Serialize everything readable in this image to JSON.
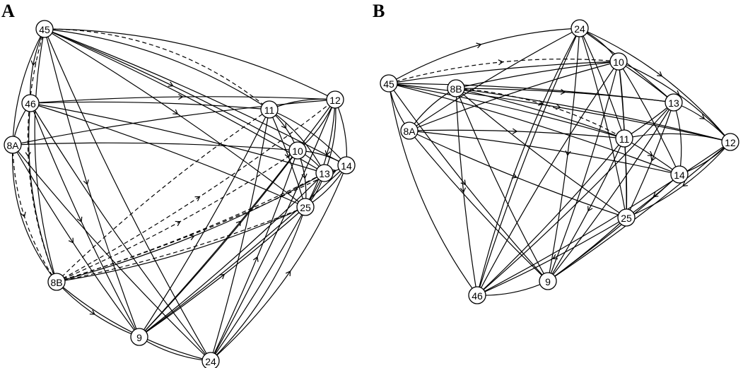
{
  "panels": [
    {
      "id": "A",
      "label": "A",
      "nodes": [
        "45",
        "46",
        "8A",
        "8B",
        "9",
        "24",
        "25",
        "13",
        "14",
        "10",
        "11",
        "12"
      ],
      "edges": [
        [
          "45",
          "46",
          "solid"
        ],
        [
          "45",
          "8A",
          "solid"
        ],
        [
          "45",
          "8B",
          "solid"
        ],
        [
          "45",
          "9",
          "solid"
        ],
        [
          "45",
          "24",
          "solid"
        ],
        [
          "45",
          "11",
          "solid"
        ],
        [
          "45",
          "10",
          "solid"
        ],
        [
          "45",
          "12",
          "solid"
        ],
        [
          "45",
          "13",
          "solid"
        ],
        [
          "45",
          "25",
          "solid"
        ],
        [
          "45",
          "14",
          "solid"
        ],
        [
          "45",
          "11",
          "dashed"
        ],
        [
          "45",
          "8B",
          "dashed"
        ],
        [
          "46",
          "8A",
          "solid"
        ],
        [
          "46",
          "8B",
          "solid"
        ],
        [
          "46",
          "9",
          "solid"
        ],
        [
          "46",
          "24",
          "solid"
        ],
        [
          "46",
          "11",
          "solid"
        ],
        [
          "46",
          "12",
          "solid"
        ],
        [
          "46",
          "13",
          "solid"
        ],
        [
          "46",
          "25",
          "solid"
        ],
        [
          "8A",
          "8B",
          "dashed"
        ],
        [
          "8A",
          "8B",
          "solid"
        ],
        [
          "8A",
          "10",
          "solid"
        ],
        [
          "8A",
          "9",
          "solid"
        ],
        [
          "8A",
          "12",
          "solid"
        ],
        [
          "8A",
          "24",
          "solid"
        ],
        [
          "8B",
          "9",
          "solid"
        ],
        [
          "8B",
          "24",
          "solid"
        ],
        [
          "8B",
          "11",
          "dashed"
        ],
        [
          "8B",
          "10",
          "dashed"
        ],
        [
          "8B",
          "13",
          "dashed"
        ],
        [
          "8B",
          "25",
          "dashed"
        ],
        [
          "8B",
          "12",
          "dashed"
        ],
        [
          "8B",
          "14",
          "dashed"
        ],
        [
          "8B",
          "25",
          "solid"
        ],
        [
          "8B",
          "13",
          "solid"
        ],
        [
          "9",
          "11",
          "solid"
        ],
        [
          "9",
          "10",
          "solid"
        ],
        [
          "9",
          "12",
          "solid"
        ],
        [
          "9",
          "13",
          "solid"
        ],
        [
          "9",
          "14",
          "solid"
        ],
        [
          "9",
          "25",
          "solid"
        ],
        [
          "9",
          "24",
          "solid"
        ],
        [
          "24",
          "11",
          "solid"
        ],
        [
          "24",
          "10",
          "solid"
        ],
        [
          "24",
          "12",
          "solid"
        ],
        [
          "24",
          "13",
          "solid"
        ],
        [
          "24",
          "14",
          "solid"
        ],
        [
          "24",
          "25",
          "solid"
        ],
        [
          "11",
          "12",
          "solid"
        ],
        [
          "11",
          "10",
          "solid"
        ],
        [
          "11",
          "13",
          "solid"
        ],
        [
          "11",
          "14",
          "solid"
        ],
        [
          "11",
          "25",
          "solid"
        ],
        [
          "12",
          "10",
          "solid"
        ],
        [
          "12",
          "13",
          "solid"
        ],
        [
          "12",
          "25",
          "solid"
        ],
        [
          "12",
          "14",
          "solid"
        ],
        [
          "10",
          "13",
          "solid"
        ],
        [
          "10",
          "25",
          "solid"
        ],
        [
          "10",
          "14",
          "solid"
        ],
        [
          "13",
          "25",
          "solid"
        ],
        [
          "13",
          "14",
          "solid"
        ],
        [
          "14",
          "25",
          "solid"
        ]
      ]
    },
    {
      "id": "B",
      "label": "B",
      "nodes": [
        "45",
        "8A",
        "8B",
        "46",
        "9",
        "25",
        "14",
        "11",
        "13",
        "10",
        "24",
        "12"
      ],
      "edges": [
        [
          "45",
          "24",
          "solid"
        ],
        [
          "45",
          "10",
          "solid"
        ],
        [
          "45",
          "13",
          "solid"
        ],
        [
          "45",
          "12",
          "solid"
        ],
        [
          "45",
          "11",
          "solid"
        ],
        [
          "45",
          "14",
          "solid"
        ],
        [
          "45",
          "9",
          "solid"
        ],
        [
          "45",
          "46",
          "solid"
        ],
        [
          "45",
          "8A",
          "solid"
        ],
        [
          "45",
          "10",
          "dashed"
        ],
        [
          "8B",
          "8A",
          "solid"
        ],
        [
          "8B",
          "10",
          "solid"
        ],
        [
          "8B",
          "13",
          "solid"
        ],
        [
          "8B",
          "12",
          "solid"
        ],
        [
          "8B",
          "11",
          "solid"
        ],
        [
          "8B",
          "46",
          "solid"
        ],
        [
          "8B",
          "9",
          "solid"
        ],
        [
          "8B",
          "25",
          "solid"
        ],
        [
          "8B",
          "11",
          "dashed"
        ],
        [
          "8A",
          "24",
          "solid"
        ],
        [
          "8A",
          "10",
          "solid"
        ],
        [
          "8A",
          "11",
          "solid"
        ],
        [
          "8A",
          "14",
          "solid"
        ],
        [
          "8A",
          "9",
          "solid"
        ],
        [
          "8A",
          "25",
          "solid"
        ],
        [
          "24",
          "10",
          "solid"
        ],
        [
          "24",
          "13",
          "solid"
        ],
        [
          "24",
          "12",
          "solid"
        ],
        [
          "24",
          "11",
          "solid"
        ],
        [
          "24",
          "25",
          "solid"
        ],
        [
          "24",
          "9",
          "solid"
        ],
        [
          "24",
          "46",
          "solid"
        ],
        [
          "10",
          "13",
          "solid"
        ],
        [
          "10",
          "12",
          "solid"
        ],
        [
          "10",
          "11",
          "solid"
        ],
        [
          "10",
          "14",
          "solid"
        ],
        [
          "10",
          "25",
          "solid"
        ],
        [
          "10",
          "9",
          "solid"
        ],
        [
          "10",
          "46",
          "solid"
        ],
        [
          "13",
          "12",
          "solid"
        ],
        [
          "13",
          "11",
          "solid"
        ],
        [
          "13",
          "14",
          "solid"
        ],
        [
          "13",
          "25",
          "solid"
        ],
        [
          "13",
          "9",
          "solid"
        ],
        [
          "13",
          "46",
          "solid"
        ],
        [
          "11",
          "14",
          "solid"
        ],
        [
          "11",
          "12",
          "solid"
        ],
        [
          "11",
          "25",
          "solid"
        ],
        [
          "11",
          "9",
          "solid"
        ],
        [
          "11",
          "46",
          "solid"
        ],
        [
          "12",
          "14",
          "solid"
        ],
        [
          "12",
          "25",
          "solid"
        ],
        [
          "12",
          "9",
          "solid"
        ],
        [
          "12",
          "46",
          "solid"
        ],
        [
          "14",
          "25",
          "solid"
        ],
        [
          "14",
          "9",
          "solid"
        ],
        [
          "25",
          "9",
          "solid"
        ],
        [
          "25",
          "46",
          "solid"
        ],
        [
          "9",
          "46",
          "solid"
        ],
        [
          "46",
          "24",
          "solid"
        ]
      ]
    }
  ]
}
